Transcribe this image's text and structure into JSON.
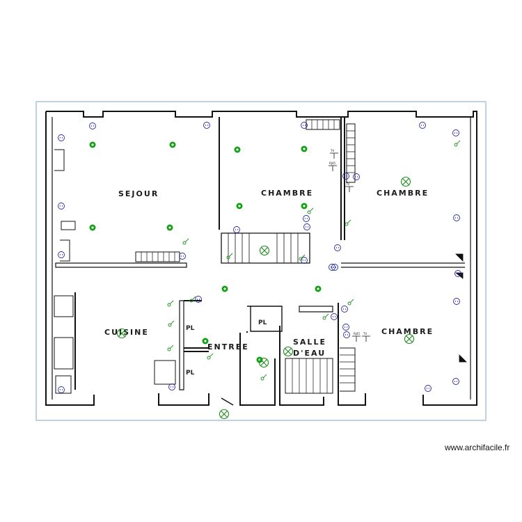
{
  "rooms": {
    "sejour": "SEJOUR",
    "chambre1": "CHAMBRE",
    "chambre2": "CHAMBRE",
    "chambre3": "CHAMBRE",
    "cuisine": "CUISINE",
    "entree": "ENTREE",
    "salle_eau_1": "SALLE",
    "salle_eau_2": "D'EAU"
  },
  "closets": {
    "pl1": "PL",
    "pl2": "PL",
    "pl3": "PL"
  },
  "equipment_labels": {
    "tv": "TV",
    "rj45": "RJ45"
  },
  "watermark": "www.archifacile.fr",
  "colors": {
    "frame": "#a9c4dc",
    "walls": "#111111",
    "socket": "#2a2aa0",
    "light_point": "#14a014",
    "ceiling_light": "#1a8a1a",
    "switch": "#1a8a1a"
  },
  "icons": [
    "socket-icon",
    "light-point-icon",
    "ceiling-light-icon",
    "switch-icon",
    "tv-outlet-icon",
    "rj45-outlet-icon"
  ]
}
